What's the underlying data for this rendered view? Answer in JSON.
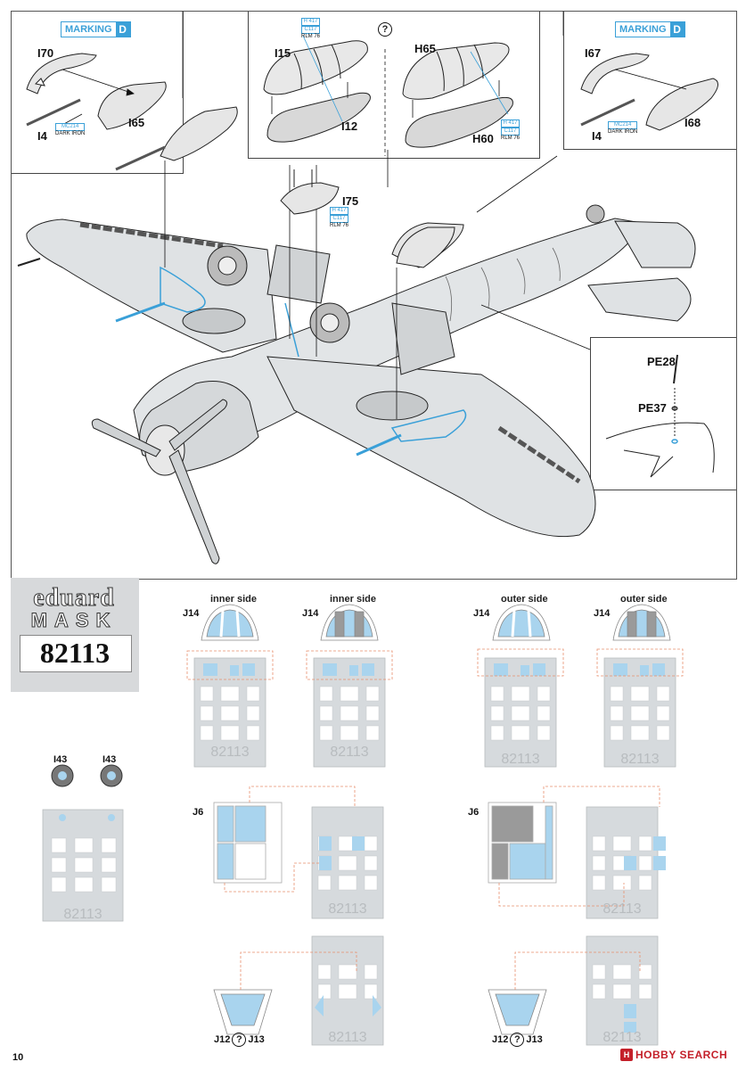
{
  "page": {
    "number": "10"
  },
  "brand": {
    "eduard": "eduard",
    "mask": "MASK",
    "code": "82113"
  },
  "top_panels": {
    "left": {
      "marking_text": "MARKING",
      "marking_letter": "D",
      "parts": [
        "I70",
        "I65",
        "I4"
      ],
      "paint_code": "MC214",
      "paint_name": "DARK IRON"
    },
    "center": {
      "parts_left": [
        "I15",
        "I12"
      ],
      "parts_right": [
        "H65",
        "H60"
      ],
      "paint_codes": [
        "H 417",
        "C117",
        "RLM 76"
      ],
      "option_symbol": "?"
    },
    "right": {
      "marking_text": "MARKING",
      "marking_letter": "D",
      "parts": [
        "I67",
        "I68",
        "I4"
      ],
      "paint_code": "MC214",
      "paint_name": "DARK IRON"
    }
  },
  "main": {
    "part_i75": "I75",
    "paint_codes": [
      "H 417",
      "C117",
      "RLM 76"
    ],
    "detail_parts": [
      "PE28",
      "PE37"
    ]
  },
  "mask_section": {
    "column_labels": [
      "inner side",
      "inner side",
      "outer side",
      "outer side"
    ],
    "j14": "J14",
    "j6": "J6",
    "j12": "J12",
    "j13": "J13",
    "i43": "I43",
    "option_symbol": "?",
    "sheet_code": "82113"
  },
  "watermark": {
    "text": "HOBBY SEARCH"
  },
  "colors": {
    "mask_blue": "#a9d4ee",
    "sheet_gray": "#d6dadd",
    "accent_blue": "#3aa0d8",
    "guide_orange": "#e8906e",
    "mask_gray": "#9a9a9a"
  }
}
